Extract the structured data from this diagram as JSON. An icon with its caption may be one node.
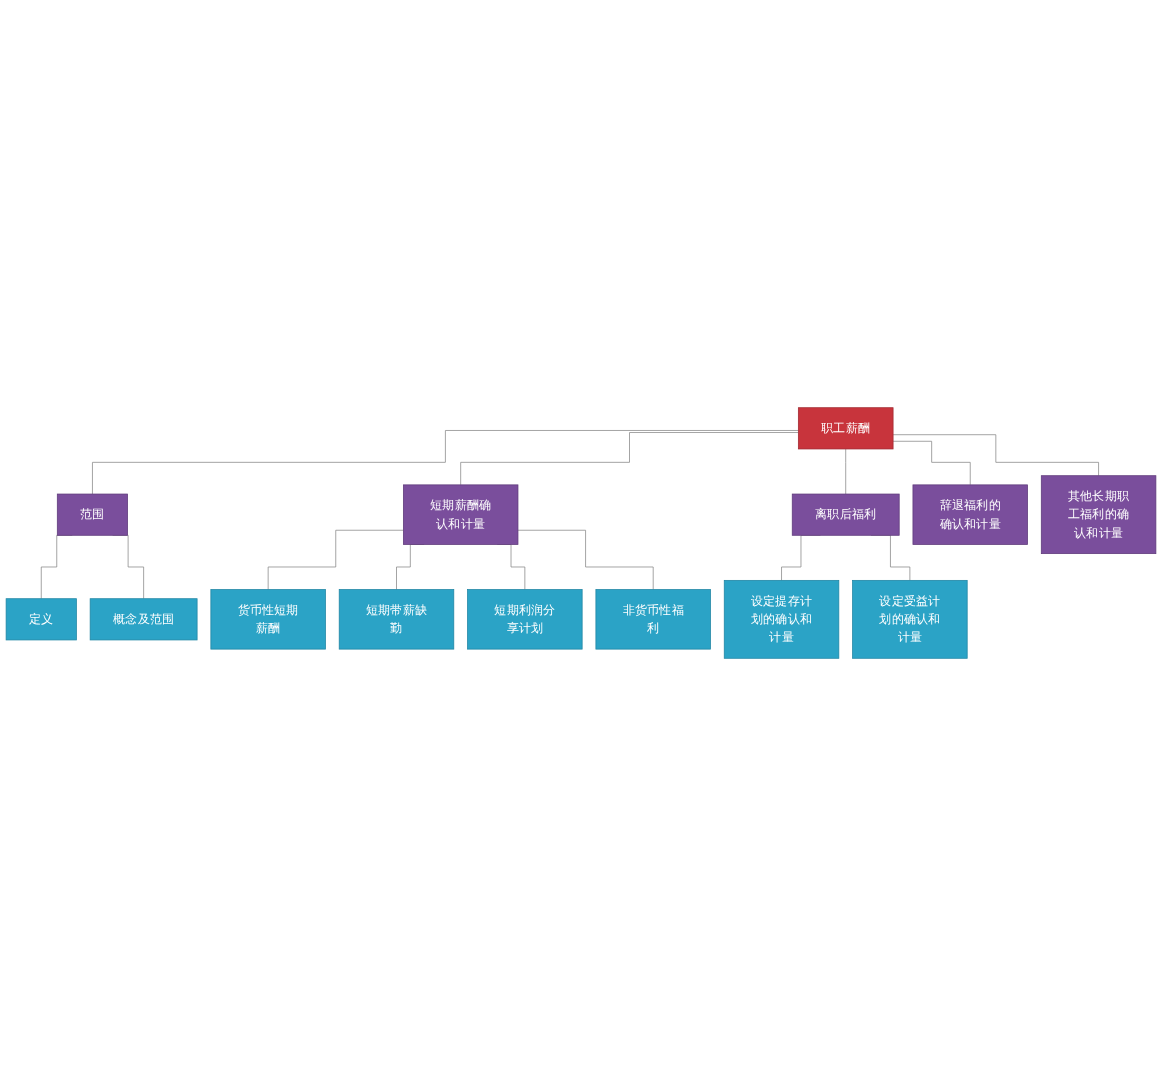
{
  "diagram": {
    "nodes": [
      {
        "text": [
          "职工薪酬"
        ]
      },
      {
        "text": [
          "范围"
        ]
      },
      {
        "text": [
          "短期薪酬确认和计量"
        ]
      },
      {
        "text": [
          "离职后福利"
        ]
      },
      {
        "text": [
          "辞退福利的确认和计量"
        ]
      },
      {
        "text": [
          "其他长期职工福利的确认和计量"
        ]
      },
      {
        "text": [
          "定义"
        ]
      },
      {
        "text": [
          "概念及范围"
        ]
      },
      {
        "text": [
          "货币性短期薪酬"
        ]
      },
      {
        "text": [
          "短期带薪缺勤"
        ]
      },
      {
        "text": [
          "短期利润分享计划"
        ]
      },
      {
        "text": [
          "非货币性福利"
        ]
      },
      {
        "text": [
          "设定提存计划的确认和计量"
        ]
      },
      {
        "text": [
          "设定受益计划的确认和计量"
        ]
      }
    ],
    "edges": [
      {
        "from": 0,
        "to": 1,
        "arrow": "none"
      },
      {
        "from": 0,
        "to": 2,
        "arrow": "none"
      },
      {
        "from": 0,
        "to": 3,
        "arrow": "none"
      },
      {
        "from": 0,
        "to": 4,
        "arrow": "none"
      },
      {
        "from": 0,
        "to": 5,
        "arrow": "none"
      },
      {
        "from": 1,
        "to": 6,
        "arrow": "none"
      },
      {
        "from": 1,
        "to": 7,
        "arrow": "none"
      },
      {
        "from": 2,
        "to": 8,
        "arrow": "none"
      },
      {
        "from": 2,
        "to": 9,
        "arrow": "none"
      },
      {
        "from": 2,
        "to": 10,
        "arrow": "none"
      },
      {
        "from": 2,
        "to": 11,
        "arrow": "none"
      },
      {
        "from": 3,
        "to": 12,
        "arrow": "none"
      },
      {
        "from": 3,
        "to": 13,
        "arrow": "none"
      }
    ]
  }
}
